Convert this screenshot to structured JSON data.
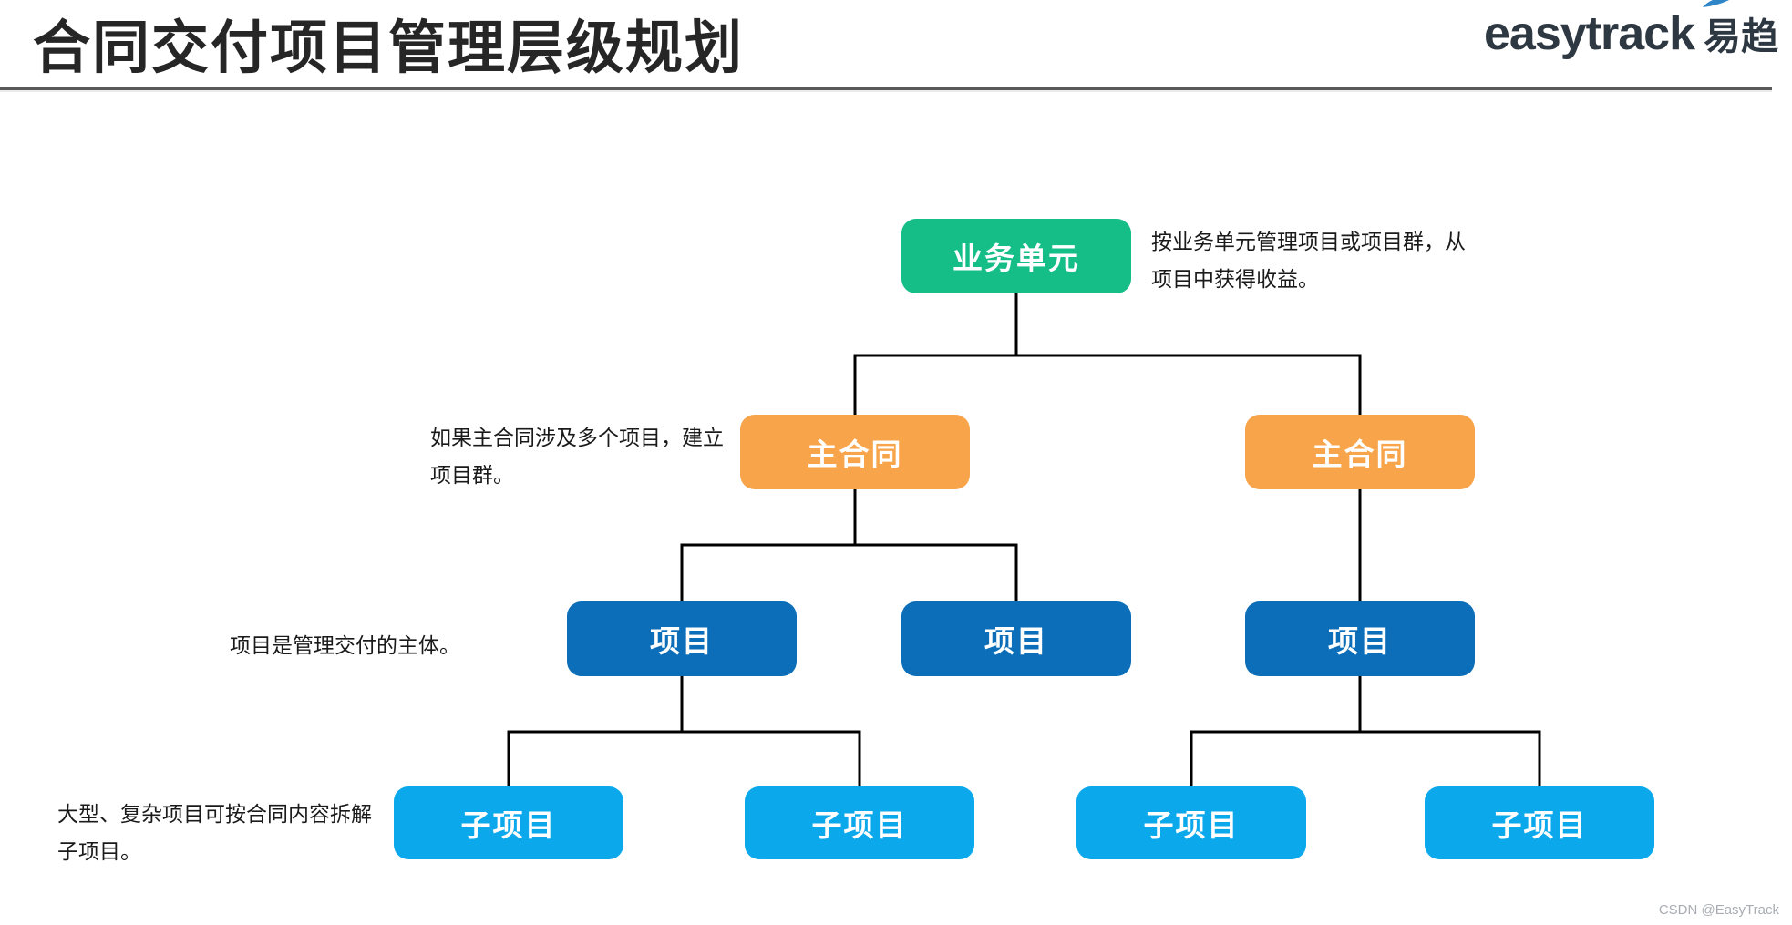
{
  "header": {
    "title": "合同交付项目管理层级规划",
    "logo_en": "easytrack",
    "logo_cn": "易趋",
    "logo_color": "#2e3842",
    "logo_accent_color": "#2e86c8"
  },
  "diagram": {
    "nodes": {
      "business_unit": {
        "label": "业务单元",
        "color": "#16BE87"
      },
      "main_contract": {
        "label": "主合同",
        "color": "#F7A44A"
      },
      "project": {
        "label": "项目",
        "color": "#0C6EB9"
      },
      "subproject": {
        "label": "子项目",
        "color": "#0BA9EC"
      }
    },
    "annotations": {
      "business_unit": {
        "line1": "按业务单元管理项目或项目群，从",
        "line2": "项目中获得收益。"
      },
      "main_contract": {
        "line1": "如果主合同涉及多个项目，建立",
        "line2": "项目群。"
      },
      "project": {
        "line1": "项目是管理交付的主体。"
      },
      "subproject": {
        "line1": "大型、复杂项目可按合同内容拆解",
        "line2": "子项目。"
      }
    },
    "connector_color": "#000000"
  },
  "watermark": {
    "text": "CSDN @EasyTrack"
  }
}
